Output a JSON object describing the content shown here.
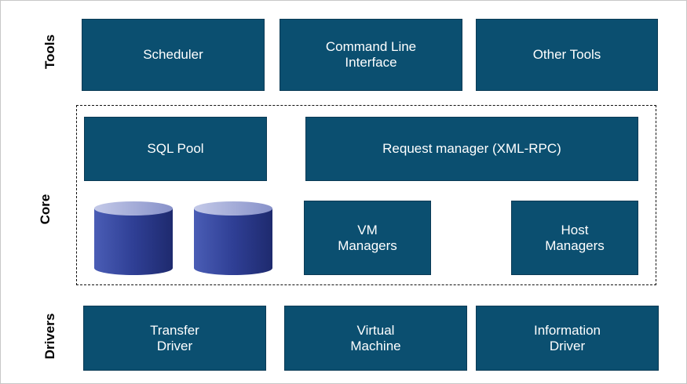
{
  "layers": {
    "tools": {
      "label": "Tools",
      "boxes": [
        "Scheduler",
        "Command Line\nInterface",
        "Other Tools"
      ]
    },
    "core": {
      "label": "Core",
      "sql_pool": "SQL Pool",
      "request_manager": "Request manager (XML-RPC)",
      "vm_managers": "VM\nManagers",
      "host_managers": "Host\nManagers",
      "database_icons": [
        "database-icon",
        "database-icon"
      ]
    },
    "drivers": {
      "label": "Drivers",
      "boxes": [
        "Transfer\nDriver",
        "Virtual\nMachine",
        "Information\nDriver"
      ]
    }
  },
  "colors": {
    "box_fill": "#0b4f70",
    "box_text": "#ffffff",
    "database_fill": "#3d4fa3",
    "database_top": "#aab3dc"
  }
}
